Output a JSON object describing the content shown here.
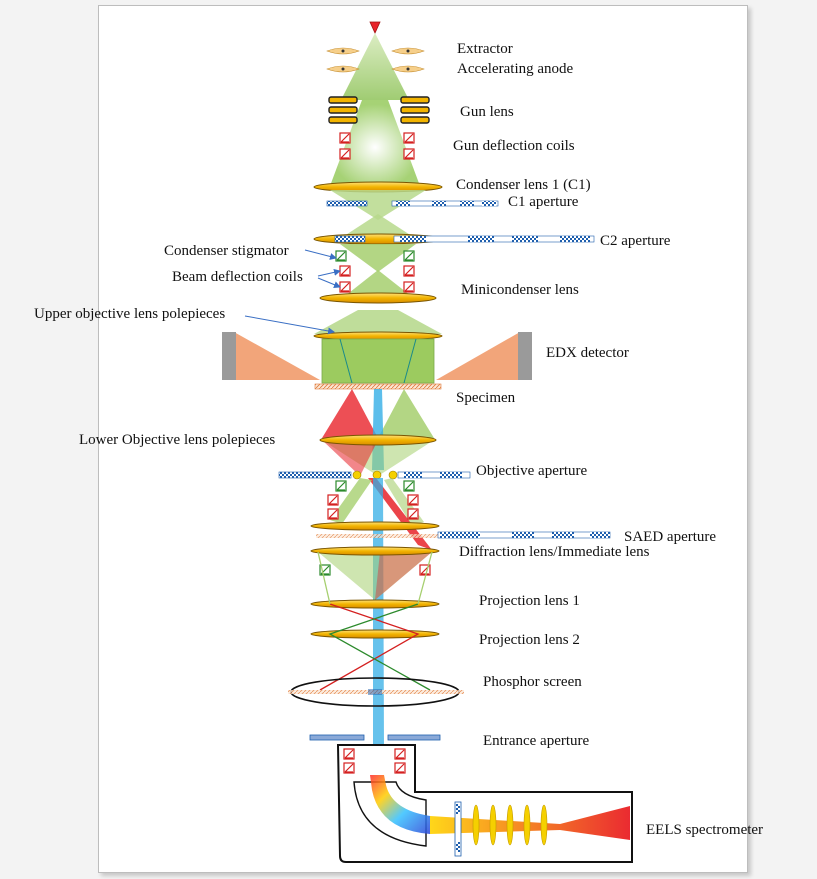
{
  "labels": {
    "extractor": "Extractor",
    "accelerating_anode": "Accelerating anode",
    "gun_lens": "Gun lens",
    "gun_deflection_coils": "Gun deflection coils",
    "condenser_lens_1": "Condenser lens 1 (C1)",
    "c1_aperture": "C1 aperture",
    "c2_aperture": "C2 aperture",
    "condenser_stigmator": "Condenser stigmator",
    "beam_deflection_coils": "Beam deflection coils",
    "minicondenser_lens": "Minicondenser lens",
    "upper_objective_polepieces": "Upper objective lens polepieces",
    "edx_detector": "EDX detector",
    "specimen": "Specimen",
    "lower_objective_polepieces": "Lower Objective lens polepieces",
    "objective_aperture": "Objective aperture",
    "saed_aperture": "SAED aperture",
    "diffraction_lens": "Diffraction lens/Immediate lens",
    "projection_lens_1": "Projection lens 1",
    "projection_lens_2": "Projection lens 2",
    "phosphor_screen": "Phosphor screen",
    "entrance_aperture": "Entrance aperture",
    "eels_spectrometer": "EELS spectrometer"
  },
  "colors": {
    "lens_fill": "#f2b400",
    "lens_outline": "#7a5500",
    "aperture_blue": "#1f5fae",
    "beam_green": "#a6cf6f",
    "beam_red": "#e8232a",
    "beam_blue": "#33aee6",
    "edx_orange": "#f2a57a",
    "edx_gray": "#9a9a9a",
    "coil_red": "#d42020",
    "coil_green": "#2c8a2c"
  }
}
